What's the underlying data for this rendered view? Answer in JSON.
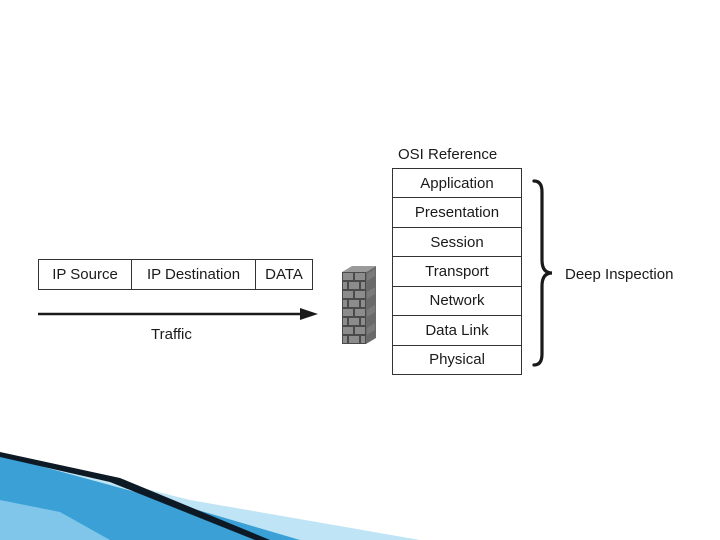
{
  "packet": {
    "fields": [
      "IP Source",
      "IP Destination",
      "DATA"
    ]
  },
  "traffic_label": "Traffic",
  "osi": {
    "title": "OSI Reference",
    "layers": [
      "Application",
      "Presentation",
      "Session",
      "Transport",
      "Network",
      "Data Link",
      "Physical"
    ]
  },
  "inspection_label": "Deep Inspection",
  "colors": {
    "stroke": "#333333",
    "firewall_brick": "#8a8a8a",
    "firewall_mortar": "#4a4a4a",
    "swoosh_dark": "#0d1a26",
    "swoosh_blue": "#3aa0d6",
    "swoosh_light": "#a9dcf3"
  },
  "icons": {
    "firewall": "brick-wall-icon",
    "brace": "right-curly-brace-icon",
    "arrow": "arrow-right-icon"
  }
}
